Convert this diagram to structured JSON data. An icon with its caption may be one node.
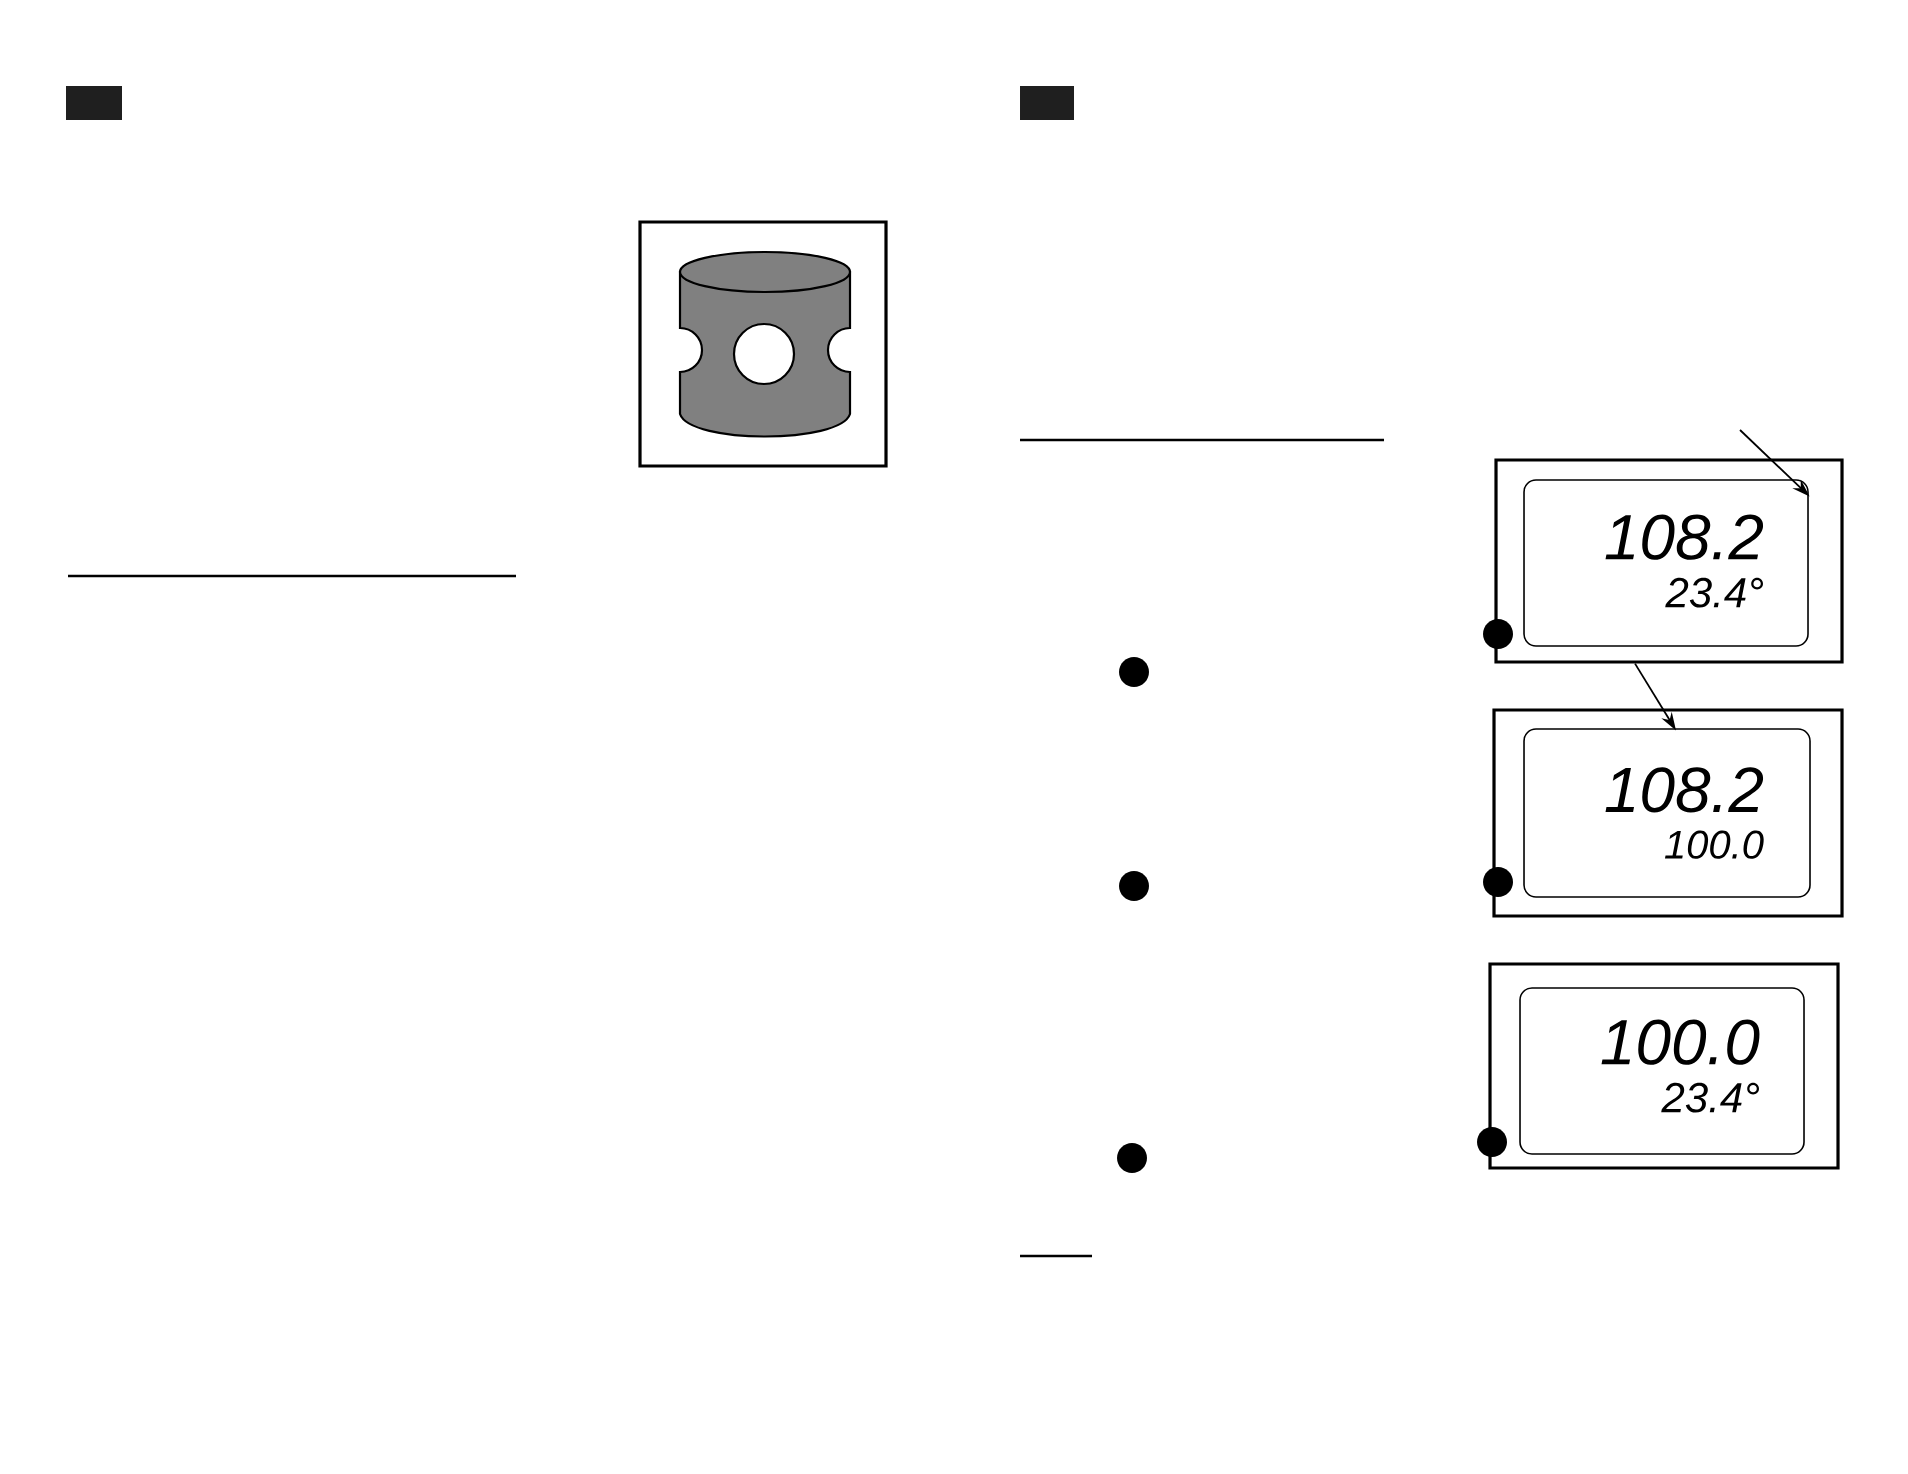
{
  "diagram": {
    "nodes": [
      {
        "text": [
          "108.2",
          "23.4°"
        ]
      },
      {
        "text": [
          "108.2",
          "100.0"
        ]
      },
      {
        "text": [
          "100.0",
          "23.4°"
        ]
      }
    ],
    "edges": [
      {
        "from": null,
        "to": 0,
        "arrow": "to"
      },
      {
        "from": 0,
        "to": 1,
        "arrow": "to"
      }
    ]
  }
}
